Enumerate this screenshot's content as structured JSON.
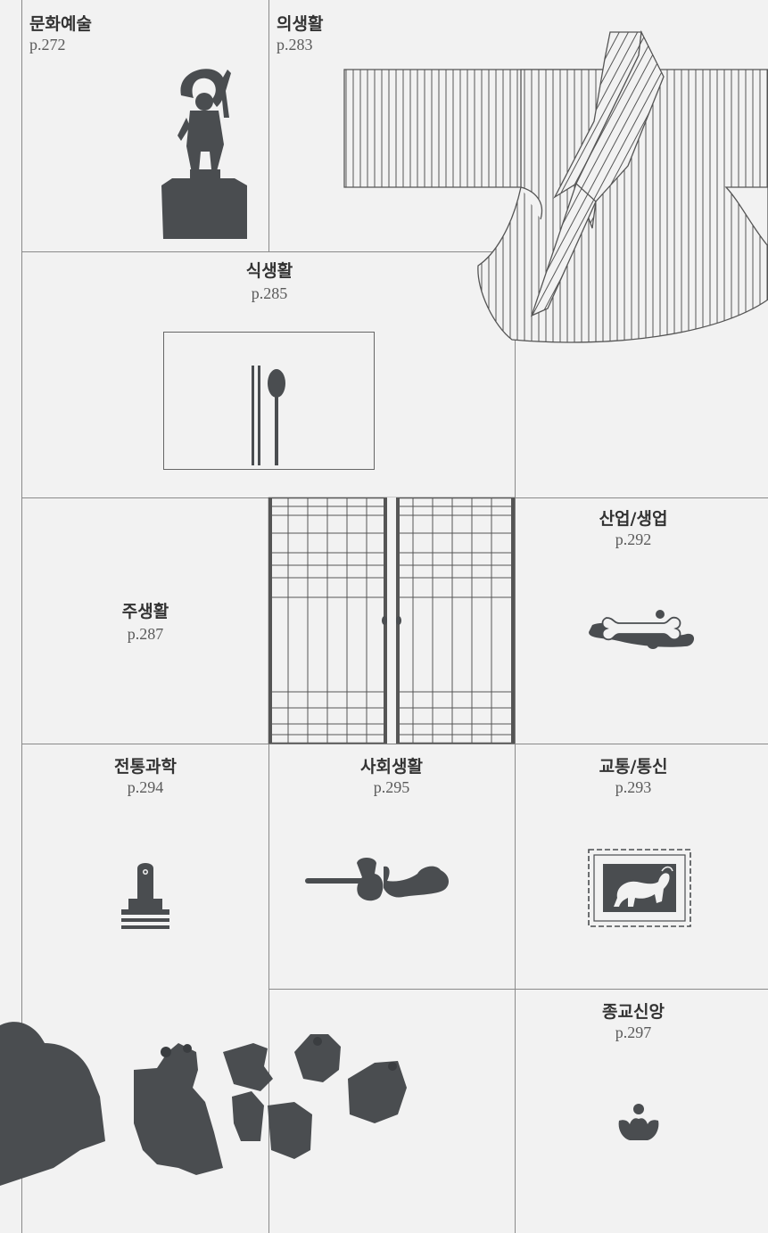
{
  "categories": {
    "culture_art": {
      "title": "문화예술",
      "page": "p.272",
      "icon": "guardian-statue-icon"
    },
    "clothing": {
      "title": "의생활",
      "page": "p.283",
      "icon": "hanbok-jacket-icon"
    },
    "food": {
      "title": "식생활",
      "page": "p.285",
      "icon": "spoon-chopsticks-icon"
    },
    "housing": {
      "title": "주생활",
      "page": "p.287",
      "icon": "lattice-door-icon"
    },
    "industry": {
      "title": "산업/생업",
      "page": "p.292",
      "icon": "dog-bone-icon"
    },
    "science": {
      "title": "전통과학",
      "page": "p.294",
      "icon": "stamp-seal-icon"
    },
    "social": {
      "title": "사회생활",
      "page": "p.295",
      "icon": "pipe-figure-icon"
    },
    "transport": {
      "title": "교통/통신",
      "page": "p.293",
      "icon": "postage-stamp-icon"
    },
    "religion": {
      "title": "종교신앙",
      "page": "p.297",
      "icon": "lotus-icon"
    }
  },
  "decor": {
    "bottom_left": "guardian-figures-icon"
  },
  "colors": {
    "background": "#f2f2f2",
    "line": "#8a8a8a",
    "icon": "#4a4d50"
  }
}
